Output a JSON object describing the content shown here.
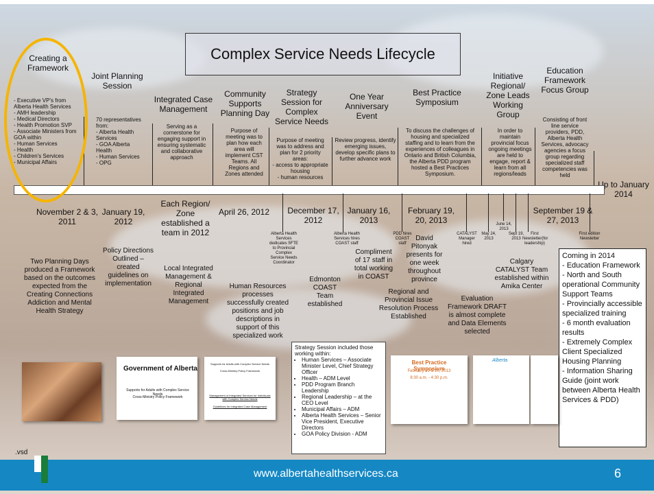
{
  "title": "Complex Service Needs Lifecycle",
  "heads": {
    "creating": "Creating a Framework",
    "joint": "Joint Planning Session",
    "icm": "Integrated Case Management",
    "community": "Community Supports Planning Day",
    "strategy": "Strategy Session for Complex Service Needs",
    "anniversary": "One Year Anniversary Event",
    "best": "Best Practice Symposium",
    "initiative": "Initiative Regional/ Zone Leads Working Group",
    "education": "Education Framework Focus Group"
  },
  "blocks": {
    "creating": "- Executive VP's from Alberta Health Services\n- AMH leadership\n- Medical Directors\n- Health Promotion SVP\n- Associate Ministers from GOA within\n- Human Services\n- Health\n- Children's Services\n- Municipal Affairs",
    "joint": "70 representatives from:\n- Alberta Health Services\n- GOA Alberta Health\n- Human Services\n- OPG",
    "icm": "Serving as a cornerstone for engaging support in ensuring systematic and collaborative approach",
    "community": "Purpose of meeting was to plan how each area will implement CST Teams. All Regions and Zones attended",
    "strategy": "Purpose of meeting was to address and plan for 2 priority areas:\n- access to appropriate housing\n- human resources",
    "anniversary": "Review progress, identify emerging issues, develop specific plans to further advance work",
    "best": "To discuss the challenges of housing and specialized staffing and to learn from the experiences of colleagues in Ontario and British Columbia, the Alberta PDD program hosted a Best Practices Symposium.",
    "initiative": "In order to maintain provincial focus ongoing meetings are held to engage, report & learn from all regions/leads",
    "education": "Consisting of front line service providers, PDD, Alberta Health Services, advocacy agencies a focus group regarding specialized staff competencies was held"
  },
  "upto": "Up to January 2014",
  "dates": {
    "d1": "November 2 & 3, 2011",
    "d2": "January 19, 2012",
    "d3": "Each Region/ Zone established a team in 2012",
    "d4": "April 26, 2012",
    "d5": "December 17, 2012",
    "d6": "January 16, 2013",
    "d7": "February 19, 20, 2013",
    "d8": "September 19 & 27, 2013"
  },
  "smalls": {
    "s1": "Alberta Health Services dedicates 5FTE to Provincial Complex Service Needs Coordinator",
    "s2": "Alberta Health Services hires COAST staff",
    "s3": "PDD hires COAST staff",
    "s4": "CATALYST Manager hired",
    "s5": "May 24, 2013",
    "s6": "June 14, 2013",
    "s7": "Sept 19, 2013",
    "s8": "First Newsletter(for leadership)",
    "s9": "First edition Newsletter"
  },
  "notes": {
    "n1": "Two Planning Days produced a Framework based on the outcomes expected from the Creating Connections Addiction and Mental Health Strategy",
    "n2": "Policy Directions Outlined – created guidelines on implementation",
    "n3": "Local Integrated Management & Regional Integrated Management",
    "n4": "Human Resources processes successfully created positions and job descriptions in support of this specialized work",
    "n5": "Edmonton COAST Team established",
    "n6": "Compliment of 17 staff in total working in COAST",
    "n7": "David Pitonyak presents for one week throughout province",
    "n8": "Regional and Provincial Issue Resolution Process Established",
    "n9": "Evaluation Framework DRAFT is almost complete and Data Elements selected",
    "n10": "Calgary CATALYST Team established within Amika Center"
  },
  "coming": [
    "Coming in 2014",
    "- Education Framework",
    "- North and South operational Community Support Teams",
    "- Provincially accessible specialized training",
    "- 6 month evaluation results",
    "- Extremely Complex Client Specialized Housing Planning",
    "- Information Sharing Guide (joint work between Alberta Health Services & PDD)"
  ],
  "strategy_box": {
    "intro": "Strategy Session included those working within:",
    "items": [
      "Human Services – Associate Minister Level, Chief Strategy Officer",
      "Health – ADM Level",
      "PDD Program Branch Leadership",
      "Regional Leadership – at the CEO Level",
      "Municipal Affairs – ADM",
      "Alberta Health Services – Senior Vice President, Executive Directors",
      "GOA Policy Division - ADM"
    ]
  },
  "thumbs": {
    "goa_title": "Government of Alberta",
    "goa_sub": "Supports for Adults with Complex Service Needs",
    "goa_sub2": "Cross-Ministry Policy Framework",
    "doc2_title": "Supports for Adults with Complex Service Needs",
    "doc2_sub": "Cross-Ministry Policy Framework",
    "doc2_b1": "Management of Integrated Services for Individuals with Complex Service Needs",
    "doc2_b2": "Guidelines for Integrated Case Management",
    "sym_title": "Best Practice Symposium",
    "sym_date": "February 19 & 20, 2013",
    "sym_time": "8:30 a.m. - 4:30 p.m.",
    "alberta_logo": "Alberta"
  },
  "footer": {
    "url": "www.albertahealthservices.ca",
    "page": "6"
  },
  "vsd": ".vsd",
  "colors": {
    "oval": "#f5b400",
    "footer": "#1588c4",
    "logo_green": "#1a7d3a"
  }
}
